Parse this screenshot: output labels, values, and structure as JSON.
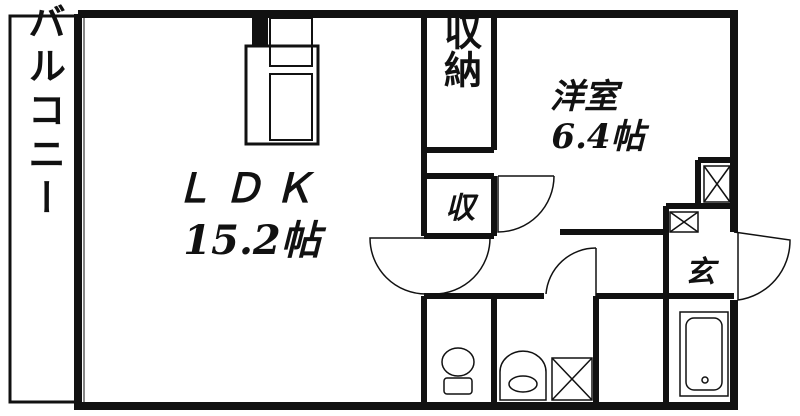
{
  "floorplan": {
    "balcony": "バルコニー",
    "ldk": {
      "name": "ＬＤＫ",
      "size": "15.2帖"
    },
    "western_room": {
      "name": "洋室",
      "size": "6.4帖"
    },
    "storage_closet": "収納",
    "storage_small": "収",
    "entrance": "玄"
  }
}
